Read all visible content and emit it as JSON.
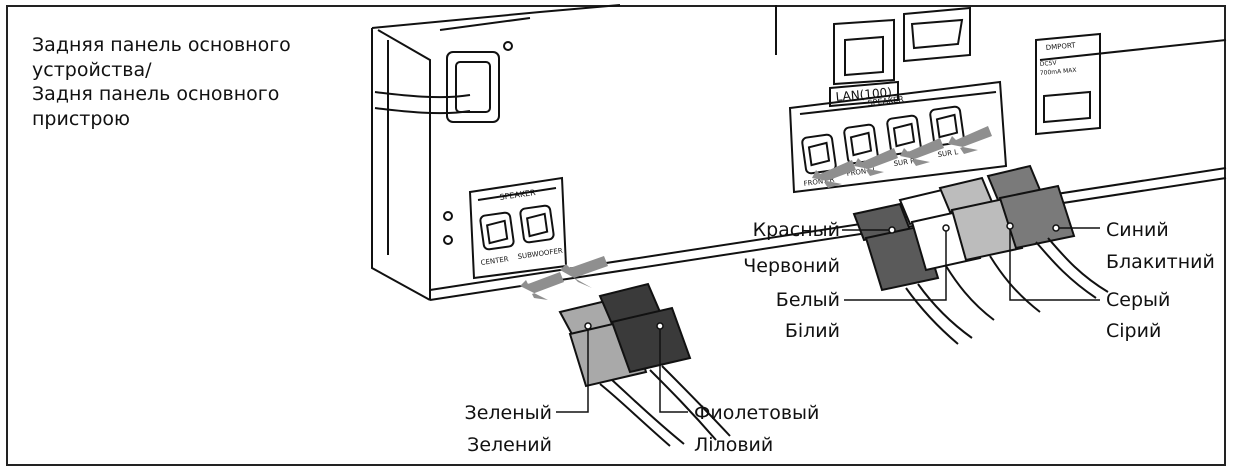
{
  "title_lines": [
    "Задняя панель основного",
    "устройства/",
    "Задня панель основного",
    "пристрою"
  ],
  "labels": {
    "red_ru": "Красный",
    "red_uk": "Червоний",
    "white_ru": "Белый",
    "white_uk": "Білий",
    "blue_ru": "Синий",
    "blue_uk": "Блакитний",
    "gray_ru": "Серый",
    "gray_uk": "Сірий",
    "green_ru": "Зеленый",
    "green_uk": "Зелений",
    "violet_ru": "Фиолетовый",
    "violet_uk": "Ліловий"
  },
  "panel_text": {
    "speaker_left": "SPEAKER",
    "center": "CENTER",
    "subwoofer": "SUBWOOFER",
    "lan": "LAN(100)",
    "speaker_right": "SPEAKER",
    "front_r": "FRONT R",
    "front_l": "FRONT L",
    "sur_r": "SUR R",
    "sur_l": "SUR L",
    "dmport": "DMPORT",
    "dc_rating": "DC5V",
    "dc_current": "700mA MAX"
  },
  "colors": {
    "red": "#5a5a5a",
    "white": "#ffffff",
    "gray": "#bcbcbc",
    "blue": "#7a7a7a",
    "green": "#a9a9a9",
    "violet": "#3a3a3a",
    "arrow": "#8f8f8f",
    "line": "#111111"
  }
}
